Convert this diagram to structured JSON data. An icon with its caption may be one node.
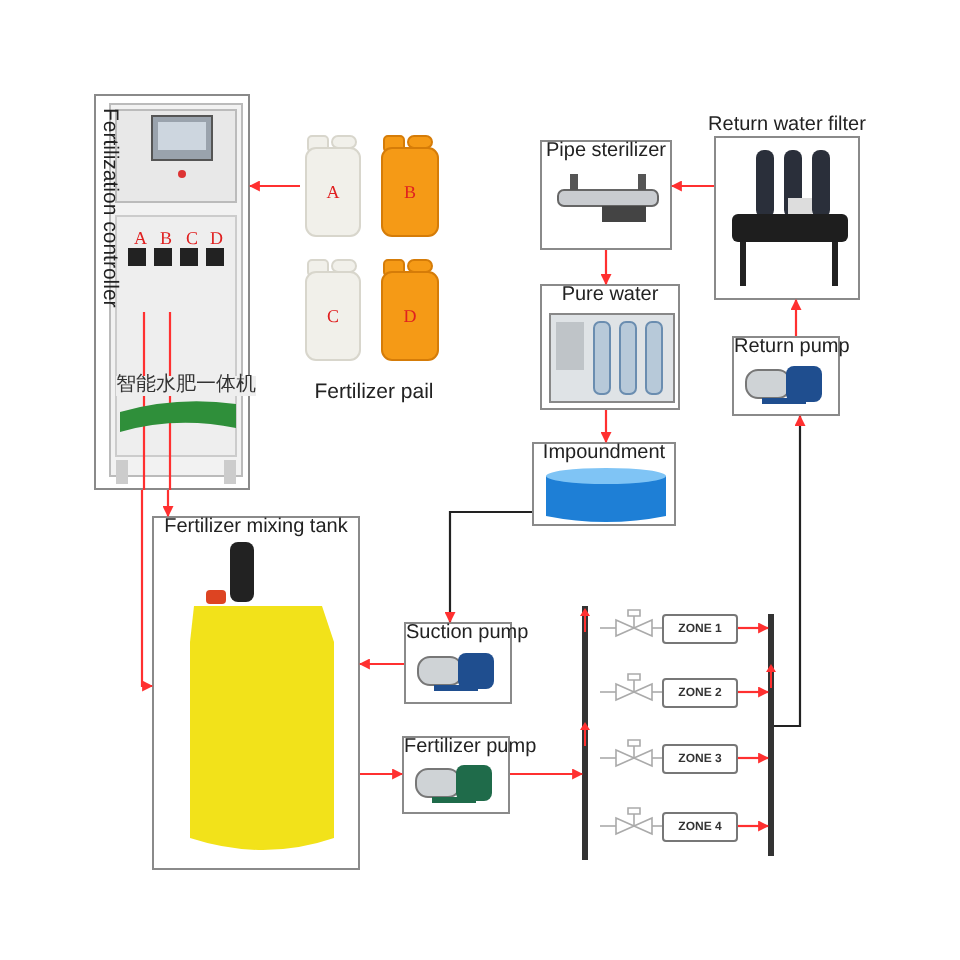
{
  "diagram": {
    "nodes": [
      {
        "text": [
          "Fertilization controller"
        ]
      },
      {
        "text": [
          "Fertilizer pail"
        ]
      },
      {
        "text": [
          "A"
        ],
        "in": 1
      },
      {
        "text": [
          "B"
        ],
        "in": 1
      },
      {
        "text": [
          "C"
        ],
        "in": 1
      },
      {
        "text": [
          "D"
        ],
        "in": 1
      },
      {
        "text": [
          "Pipe sterilizer"
        ]
      },
      {
        "text": [
          "Return water filter"
        ]
      },
      {
        "text": [
          "Pure water"
        ]
      },
      {
        "text": [
          "Return pump"
        ]
      },
      {
        "text": [
          "Impoundment"
        ]
      },
      {
        "text": [
          "Fertilizer mixing tank"
        ]
      },
      {
        "text": [
          "Suction pump"
        ]
      },
      {
        "text": [
          "Fertilizer pump"
        ]
      },
      {
        "text": [
          "ZONE 1"
        ]
      },
      {
        "text": [
          "ZONE 2"
        ]
      },
      {
        "text": [
          "ZONE 3"
        ]
      },
      {
        "text": [
          "ZONE 4"
        ]
      },
      {
        "text": [],
        "shape": "bar"
      },
      {
        "text": [],
        "shape": "bar"
      }
    ],
    "edges": [
      {
        "from": 1,
        "to": 0,
        "arrow": "to"
      },
      {
        "from": 7,
        "to": 6,
        "arrow": "to"
      },
      {
        "from": 6,
        "to": 8,
        "arrow": "to"
      },
      {
        "from": 8,
        "to": 10,
        "arrow": "to"
      },
      {
        "from": 9,
        "to": 7,
        "arrow": "to"
      },
      {
        "from": 10,
        "to": 12,
        "arrow": "to",
        "color": "#222222"
      },
      {
        "from": 0,
        "to": 11,
        "arrow": "to"
      },
      {
        "from": 0,
        "to": 11,
        "arrow": "to"
      },
      {
        "from": 12,
        "to": 11,
        "arrow": "to"
      },
      {
        "from": 11,
        "to": 13,
        "arrow": "to"
      },
      {
        "from": 13,
        "to": 18,
        "arrow": "to"
      },
      {
        "from": 14,
        "to": 19,
        "arrow": "to"
      },
      {
        "from": 15,
        "to": 19,
        "arrow": "to"
      },
      {
        "from": 16,
        "to": 19,
        "arrow": "to"
      },
      {
        "from": 17,
        "to": 19,
        "arrow": "to"
      },
      {
        "from": 19,
        "to": 9,
        "arrow": "to",
        "color": "#222222"
      }
    ],
    "labels": [
      "A",
      "B",
      "C",
      "D",
      "智能水肥一体机"
    ]
  }
}
